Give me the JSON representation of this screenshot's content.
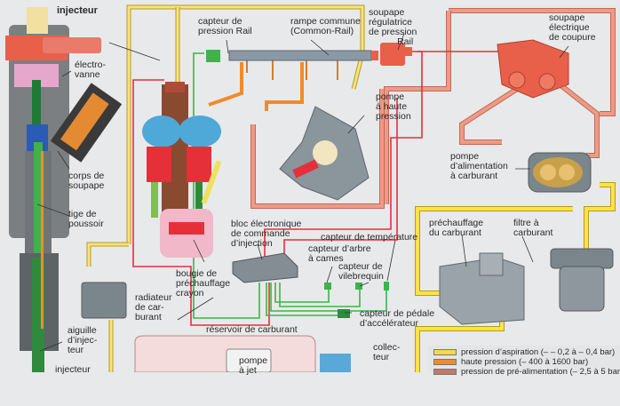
{
  "title": "Système d'injection diesel à rampe commune (Common-Rail)",
  "colors": {
    "background": "#e8e9ea",
    "aspiration_line": "#f7d84a",
    "high_pressure_line": "#f28a2b",
    "feed_pressure_line": "#e8907a",
    "electric_signal_red": "#e5303a",
    "electric_signal_green": "#3db34a",
    "component_gray": "#8c959c",
    "component_red": "#e8604a"
  },
  "labels": {
    "injecteur_top": "injecteur",
    "electrovanne": "électro-\nvanne",
    "corps_de_soupape": "corps de\nsoupape",
    "tige_de_poussoir": "tige de\npoussoir",
    "aiguille_injecteur": "aiguille\nd’injec-\nteur",
    "injecteur_bottom": "injecteur",
    "capteur_pression_rail": "capteur de\npression Rail",
    "rampe_commune": "rampe commune\n(Common-Rail)",
    "soupape_regulatrice": "soupape\nrégulatrice\nde pression\n           Rail",
    "soupape_electrique": "soupape\nélectrique\nde coupure",
    "pompe_haute_pression": "pompe\nà haute\npression",
    "pompe_alimentation": "pompe\nd’alimentation\nà carburant",
    "prechauffage_carburant": "préchauffage\ndu carburant",
    "filtre_carburant": "filtre à\ncarburant",
    "bloc_electronique": "bloc électronique\nde commande\nd’injection",
    "capteur_temperature": "capteur de température",
    "capteur_arbre_cames": "capteur d’arbre\nà cames",
    "capteur_vilebrequin": "capteur de\nvilebrequin",
    "capteur_pedale": "capteur de pédale\nd’accélérateur",
    "bougie_prechauffage": "bougie de\npréchauffage\ncrayon",
    "radiateur_carburant": "radiateur\nde car-\nburant",
    "reservoir_carburant": "réservoir de carburant",
    "pompe_jet": "pompe\nà jet",
    "collecteur": "collec-\nteur"
  },
  "legend": [
    {
      "label": "pression d’aspiration (– – 0,2 à – 0,4 bar)",
      "color": "#f7d84a"
    },
    {
      "label": "haute pression (– 400 à 1600 bar)",
      "color": "#f28a2b"
    },
    {
      "label": "pression de pré-alimentation (– 2,5 à 5 bar)",
      "color": "#c07a6c"
    }
  ]
}
